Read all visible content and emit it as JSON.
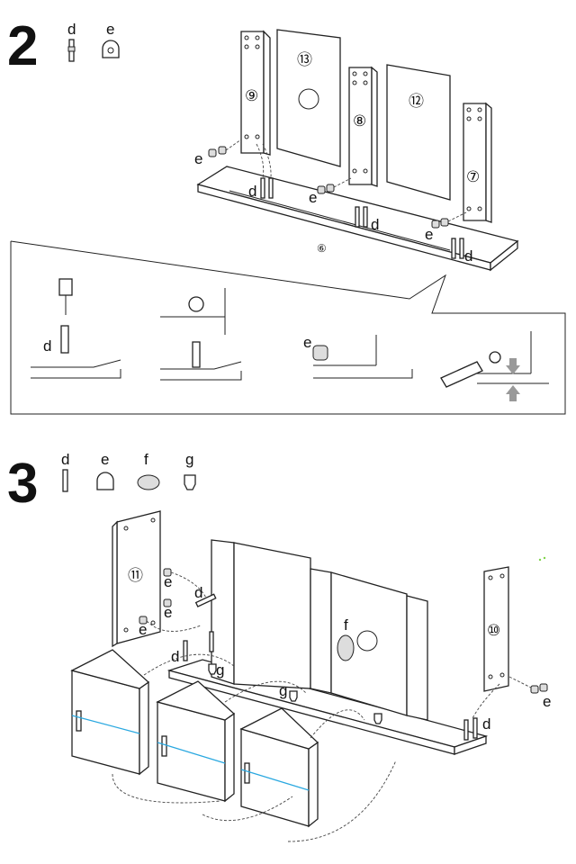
{
  "step2": {
    "number": "2",
    "parts": [
      {
        "label": "d"
      },
      {
        "label": "e"
      }
    ],
    "panels": {
      "p13": "⑬",
      "p12": "⑫",
      "p9": "⑨",
      "p8": "⑧",
      "p7": "⑦",
      "p6": "⑥"
    },
    "callouts": {
      "e1": "e",
      "d1": "d",
      "e2": "e",
      "d2": "d",
      "e3": "e",
      "d3": "d"
    },
    "detail": {
      "d": "d",
      "e": "e"
    }
  },
  "step3": {
    "number": "3",
    "parts": [
      {
        "label": "d"
      },
      {
        "label": "e"
      },
      {
        "label": "f"
      },
      {
        "label": "g"
      }
    ],
    "panels": {
      "p11": "⑪",
      "p10": "⑩"
    },
    "callouts": {
      "e1": "e",
      "e2": "e",
      "e3": "e",
      "d1": "d",
      "d2": "d",
      "f": "f",
      "g1": "g",
      "g2": "g",
      "e4": "e",
      "d3": "d"
    }
  },
  "colors": {
    "line": "#222222",
    "accent": "#2aa8e0",
    "dot": "#7fd34a"
  }
}
